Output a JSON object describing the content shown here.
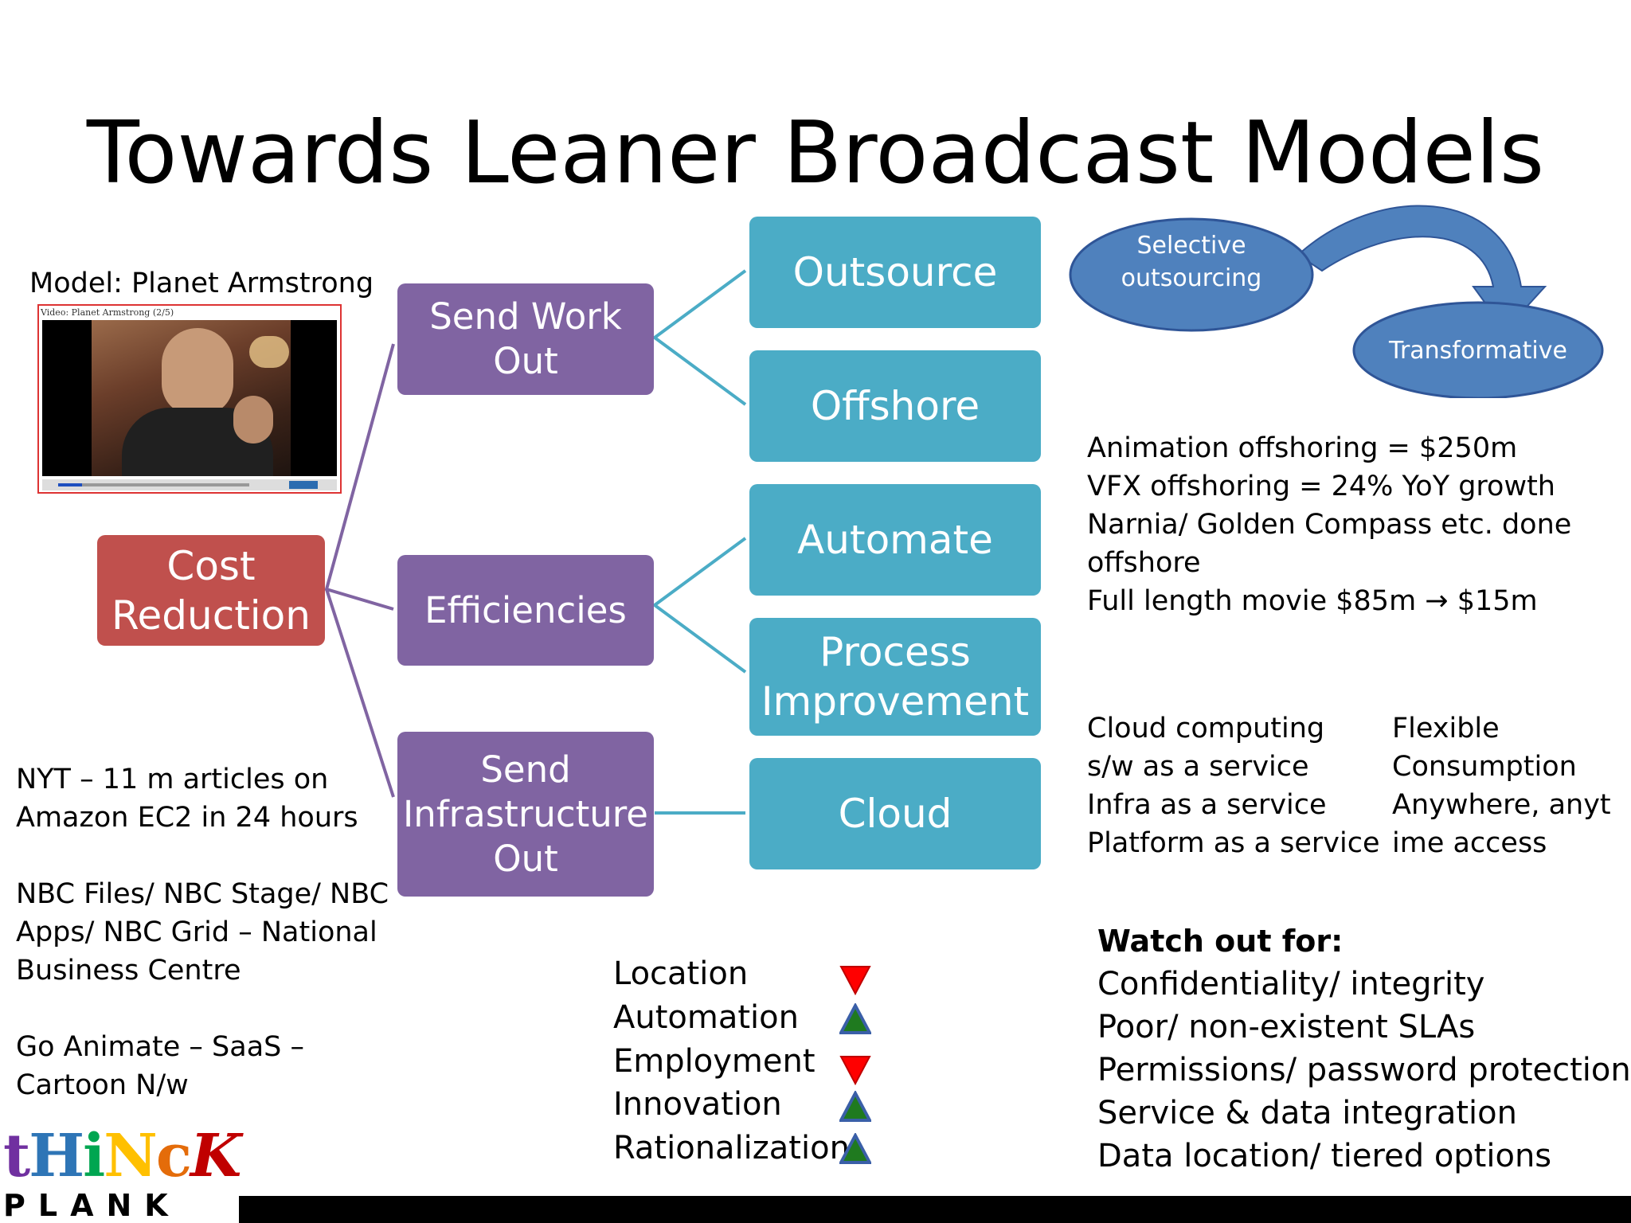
{
  "slide": {
    "title": "Towards Leaner Broadcast Models"
  },
  "model": {
    "label": "Model: Planet Armstrong",
    "video_caption": "Video: Planet Armstrong (2/5)"
  },
  "diagram": {
    "root": [
      "Cost",
      "Reduction"
    ],
    "branches": [
      {
        "label": [
          "Send Work",
          "Out"
        ]
      },
      {
        "label": [
          "Efficiencies"
        ]
      },
      {
        "label": [
          "Send",
          "Infrastructure",
          "Out"
        ]
      }
    ],
    "leaves": [
      {
        "label": [
          "Outsource"
        ]
      },
      {
        "label": [
          "Offshore"
        ]
      },
      {
        "label": [
          "Automate"
        ]
      },
      {
        "label": [
          "Process",
          "Improvement"
        ]
      },
      {
        "label": [
          "Cloud"
        ]
      }
    ]
  },
  "journey": {
    "from": [
      "Selective",
      "outsourcing"
    ],
    "to": "Transformative"
  },
  "offshoring_facts": [
    "Animation offshoring = $250m",
    "VFX offshoring = 24% YoY growth",
    "Narnia/ Golden Compass etc. done",
    "offshore",
    "Full length movie $85m → $15m"
  ],
  "cloud_left": [
    "Cloud computing",
    "s/w as a service",
    "Infra as a service",
    "Platform as a service"
  ],
  "cloud_right": [
    "Flexible",
    "Consumption",
    "Anywhere, anyt",
    "ime access"
  ],
  "examples": [
    [
      "NYT – 11 m articles on",
      "Amazon EC2 in 24 hours"
    ],
    [
      "NBC Files/ NBC Stage/ NBC",
      "Apps/ NBC Grid – National",
      "Business Centre"
    ],
    [
      "Go Animate – SaaS –",
      "Cartoon N/w"
    ]
  ],
  "indicators": [
    {
      "label": "Location",
      "direction": "down"
    },
    {
      "label": "Automation",
      "direction": "up"
    },
    {
      "label": "Employment",
      "direction": "down"
    },
    {
      "label": "Innovation",
      "direction": "up"
    },
    {
      "label": "Rationalization",
      "direction": "up"
    }
  ],
  "watch_out": {
    "heading": "Watch out for:",
    "items": [
      "Confidentiality/ integrity",
      "Poor/ non-existent SLAs",
      "Permissions/ password protection",
      "Service & data integration",
      "Data location/ tiered options"
    ]
  },
  "logo": {
    "top": "tHiNcK",
    "bottom": "PLANK"
  },
  "colors": {
    "purple": "#8064a2",
    "teal": "#4bacc6",
    "red": "#c0504d",
    "ellipse": "#4f81bd",
    "down_arrow": "#ff0000",
    "up_arrow_fill": "#1f7a1f",
    "up_arrow_border": "#3a5fa8"
  }
}
